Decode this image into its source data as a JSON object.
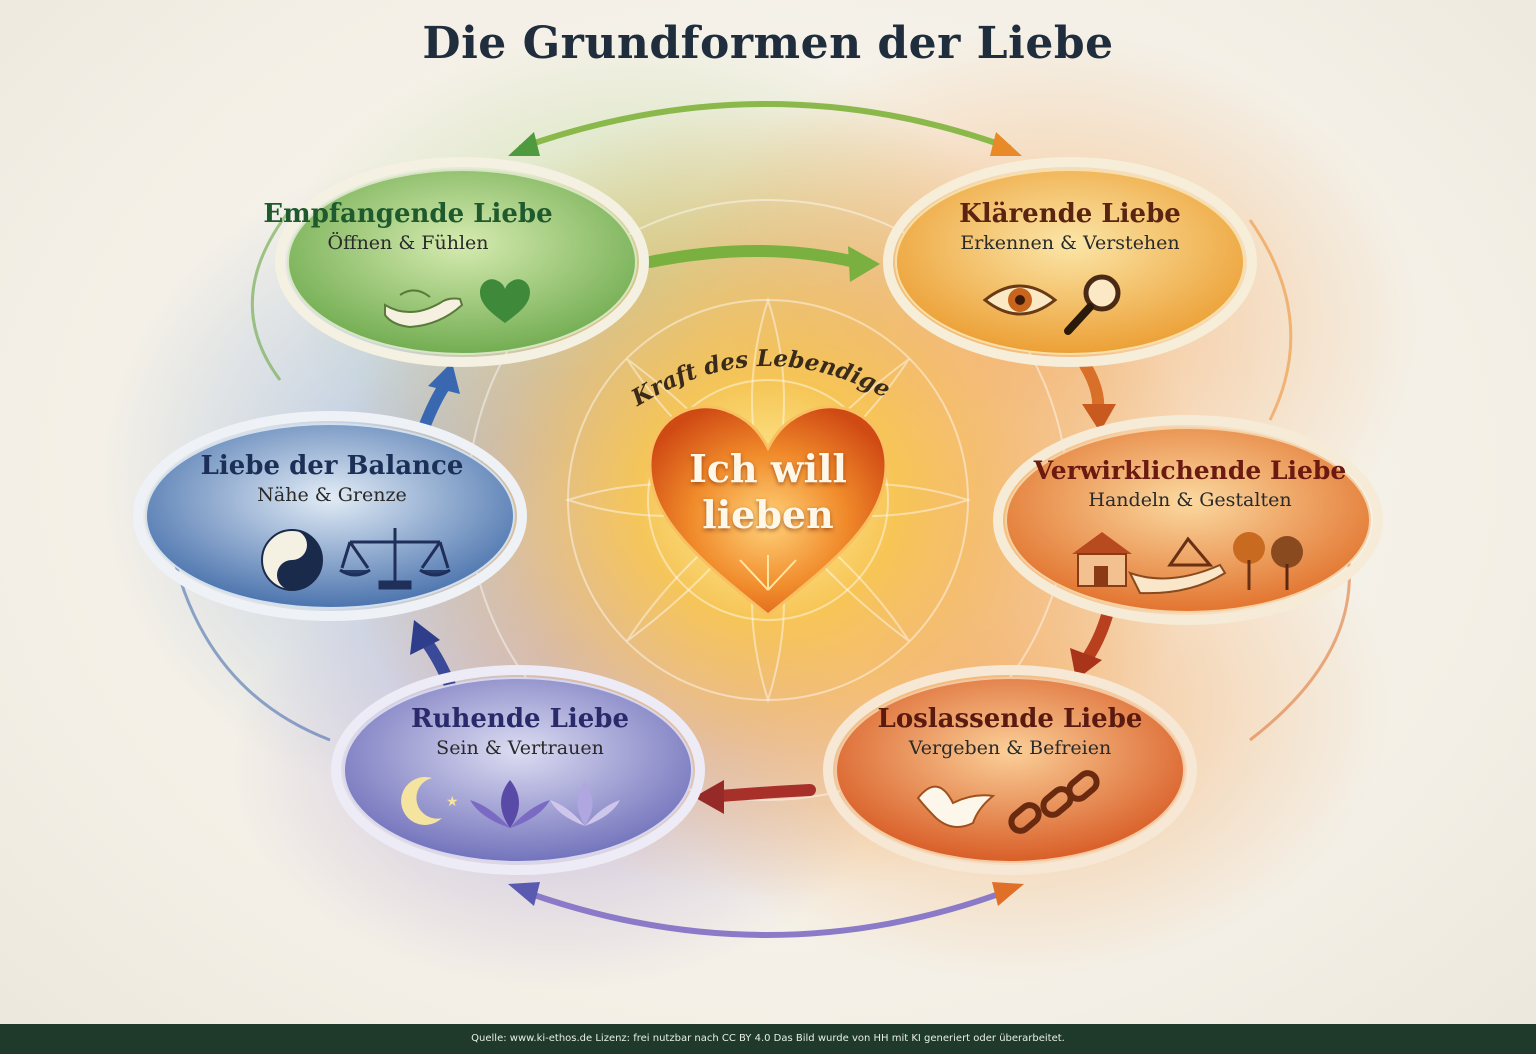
{
  "title": "Die Grundformen der Liebe",
  "center": {
    "arc_label": "Kraft des Lebendigen",
    "heart_line1": "Ich will",
    "heart_line2": "lieben"
  },
  "nodes": [
    {
      "id": "empf",
      "title": "Empfangende Liebe",
      "subtitle": "Öffnen & Fühlen",
      "color": "#5fa04a",
      "icons": [
        "open-hands-icon",
        "heart-icon"
      ]
    },
    {
      "id": "klar",
      "title": "Klärende Liebe",
      "subtitle": "Erkennen & Verstehen",
      "color": "#e89a2a",
      "icons": [
        "eye-icon",
        "magnifier-icon"
      ]
    },
    {
      "id": "verw",
      "title": "Verwirklichende Liebe",
      "subtitle": "Handeln & Gestalten",
      "color": "#e0722a",
      "icons": [
        "house-icon",
        "hand-icon",
        "trees-icon"
      ]
    },
    {
      "id": "los",
      "title": "Loslassende Liebe",
      "subtitle": "Vergeben & Befreien",
      "color": "#d85a22",
      "icons": [
        "dove-icon",
        "broken-chain-icon"
      ]
    },
    {
      "id": "ruhe",
      "title": "Ruhende Liebe",
      "subtitle": "Sein & Vertrauen",
      "color": "#6a6ab8",
      "icons": [
        "moon-icon",
        "lotus-icon"
      ]
    },
    {
      "id": "balance",
      "title": "Liebe der Balance",
      "subtitle": "Nähe & Grenze",
      "color": "#3a6aa8",
      "icons": [
        "yin-yang-icon",
        "scales-icon"
      ]
    }
  ],
  "colors": {
    "green": "#4f9a3e",
    "orange": "#e88a28",
    "red": "#c8401e",
    "blue": "#3a5fa8",
    "purple": "#6a5ab0",
    "heart": "#e8641e"
  },
  "footer": "Quelle: www.ki-ethos.de Lizenz: frei nutzbar nach CC BY 4.0 Das Bild wurde von HH mit KI generiert oder überarbeitet."
}
